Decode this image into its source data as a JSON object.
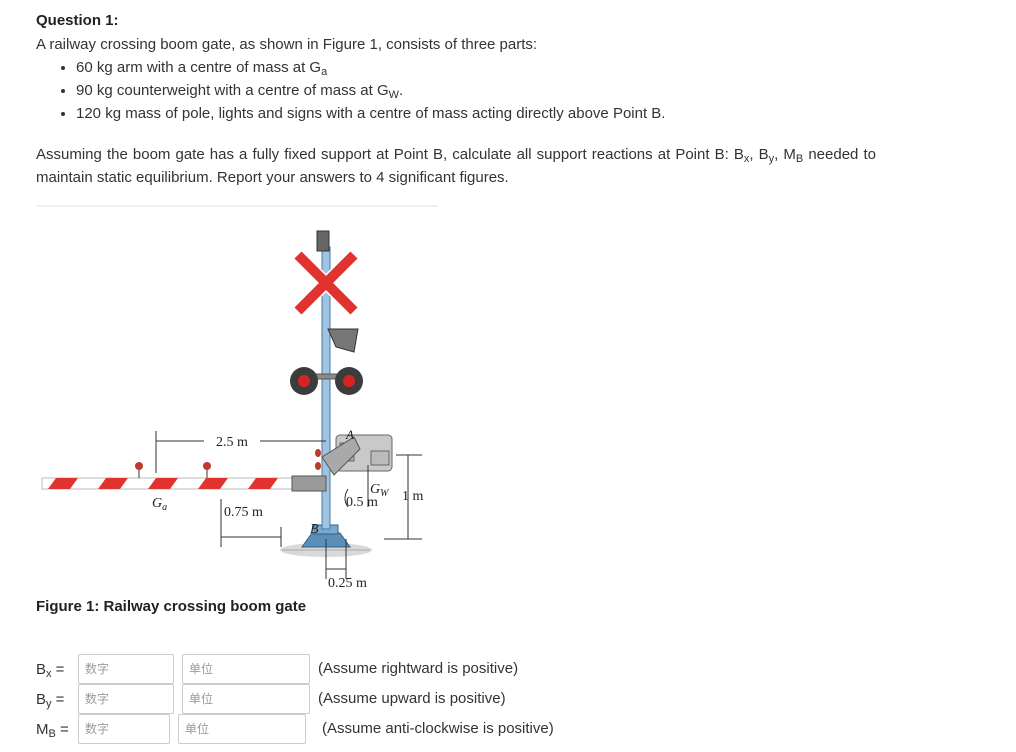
{
  "question": {
    "title": "Question 1:",
    "intro": "A railway crossing boom gate, as shown in Figure 1, consists of three parts:",
    "parts": [
      {
        "pre": "60 kg arm with a centre of mass at G",
        "sub": "a",
        "post": ""
      },
      {
        "pre": "90 kg counterweight with a centre of mass at G",
        "sub": "W",
        "post": "."
      },
      {
        "pre": "120 kg mass of pole, lights and signs with a centre of mass acting directly above Point B.",
        "sub": "",
        "post": ""
      }
    ],
    "task_a": "Assuming the boom gate has a fully fixed support at Point B, calculate all support reactions at Point B: B",
    "task_sub1": "x",
    "task_b": ", B",
    "task_sub2": "y",
    "task_c": ", M",
    "task_sub3": "B",
    "task_d": " needed to maintain static equilibrium. Report your answers to 4 significant figures."
  },
  "figure": {
    "caption": "Figure 1: Railway crossing boom gate",
    "labels": {
      "dim_25": "2.5 m",
      "dim_075": "0.75 m",
      "dim_05": "0.5 m",
      "dim_1": "1 m",
      "dim_025": "0.25 m",
      "ga": "G",
      "ga_sub": "a",
      "gw": "G",
      "gw_sub": "W",
      "a": "A",
      "b": "B"
    }
  },
  "answers": [
    {
      "main": "B",
      "sub": "x",
      "eq": " =",
      "num_placeholder": "数字",
      "unit_placeholder": "单位",
      "hint": "(Assume rightward is positive)"
    },
    {
      "main": "B",
      "sub": "y",
      "eq": " =",
      "num_placeholder": "数字",
      "unit_placeholder": "单位",
      "hint": "(Assume upward is positive)"
    },
    {
      "main": "M",
      "sub": "B",
      "eq": " =",
      "num_placeholder": "数字",
      "unit_placeholder": "单位",
      "hint": "(Assume anti-clockwise is positive)"
    }
  ]
}
